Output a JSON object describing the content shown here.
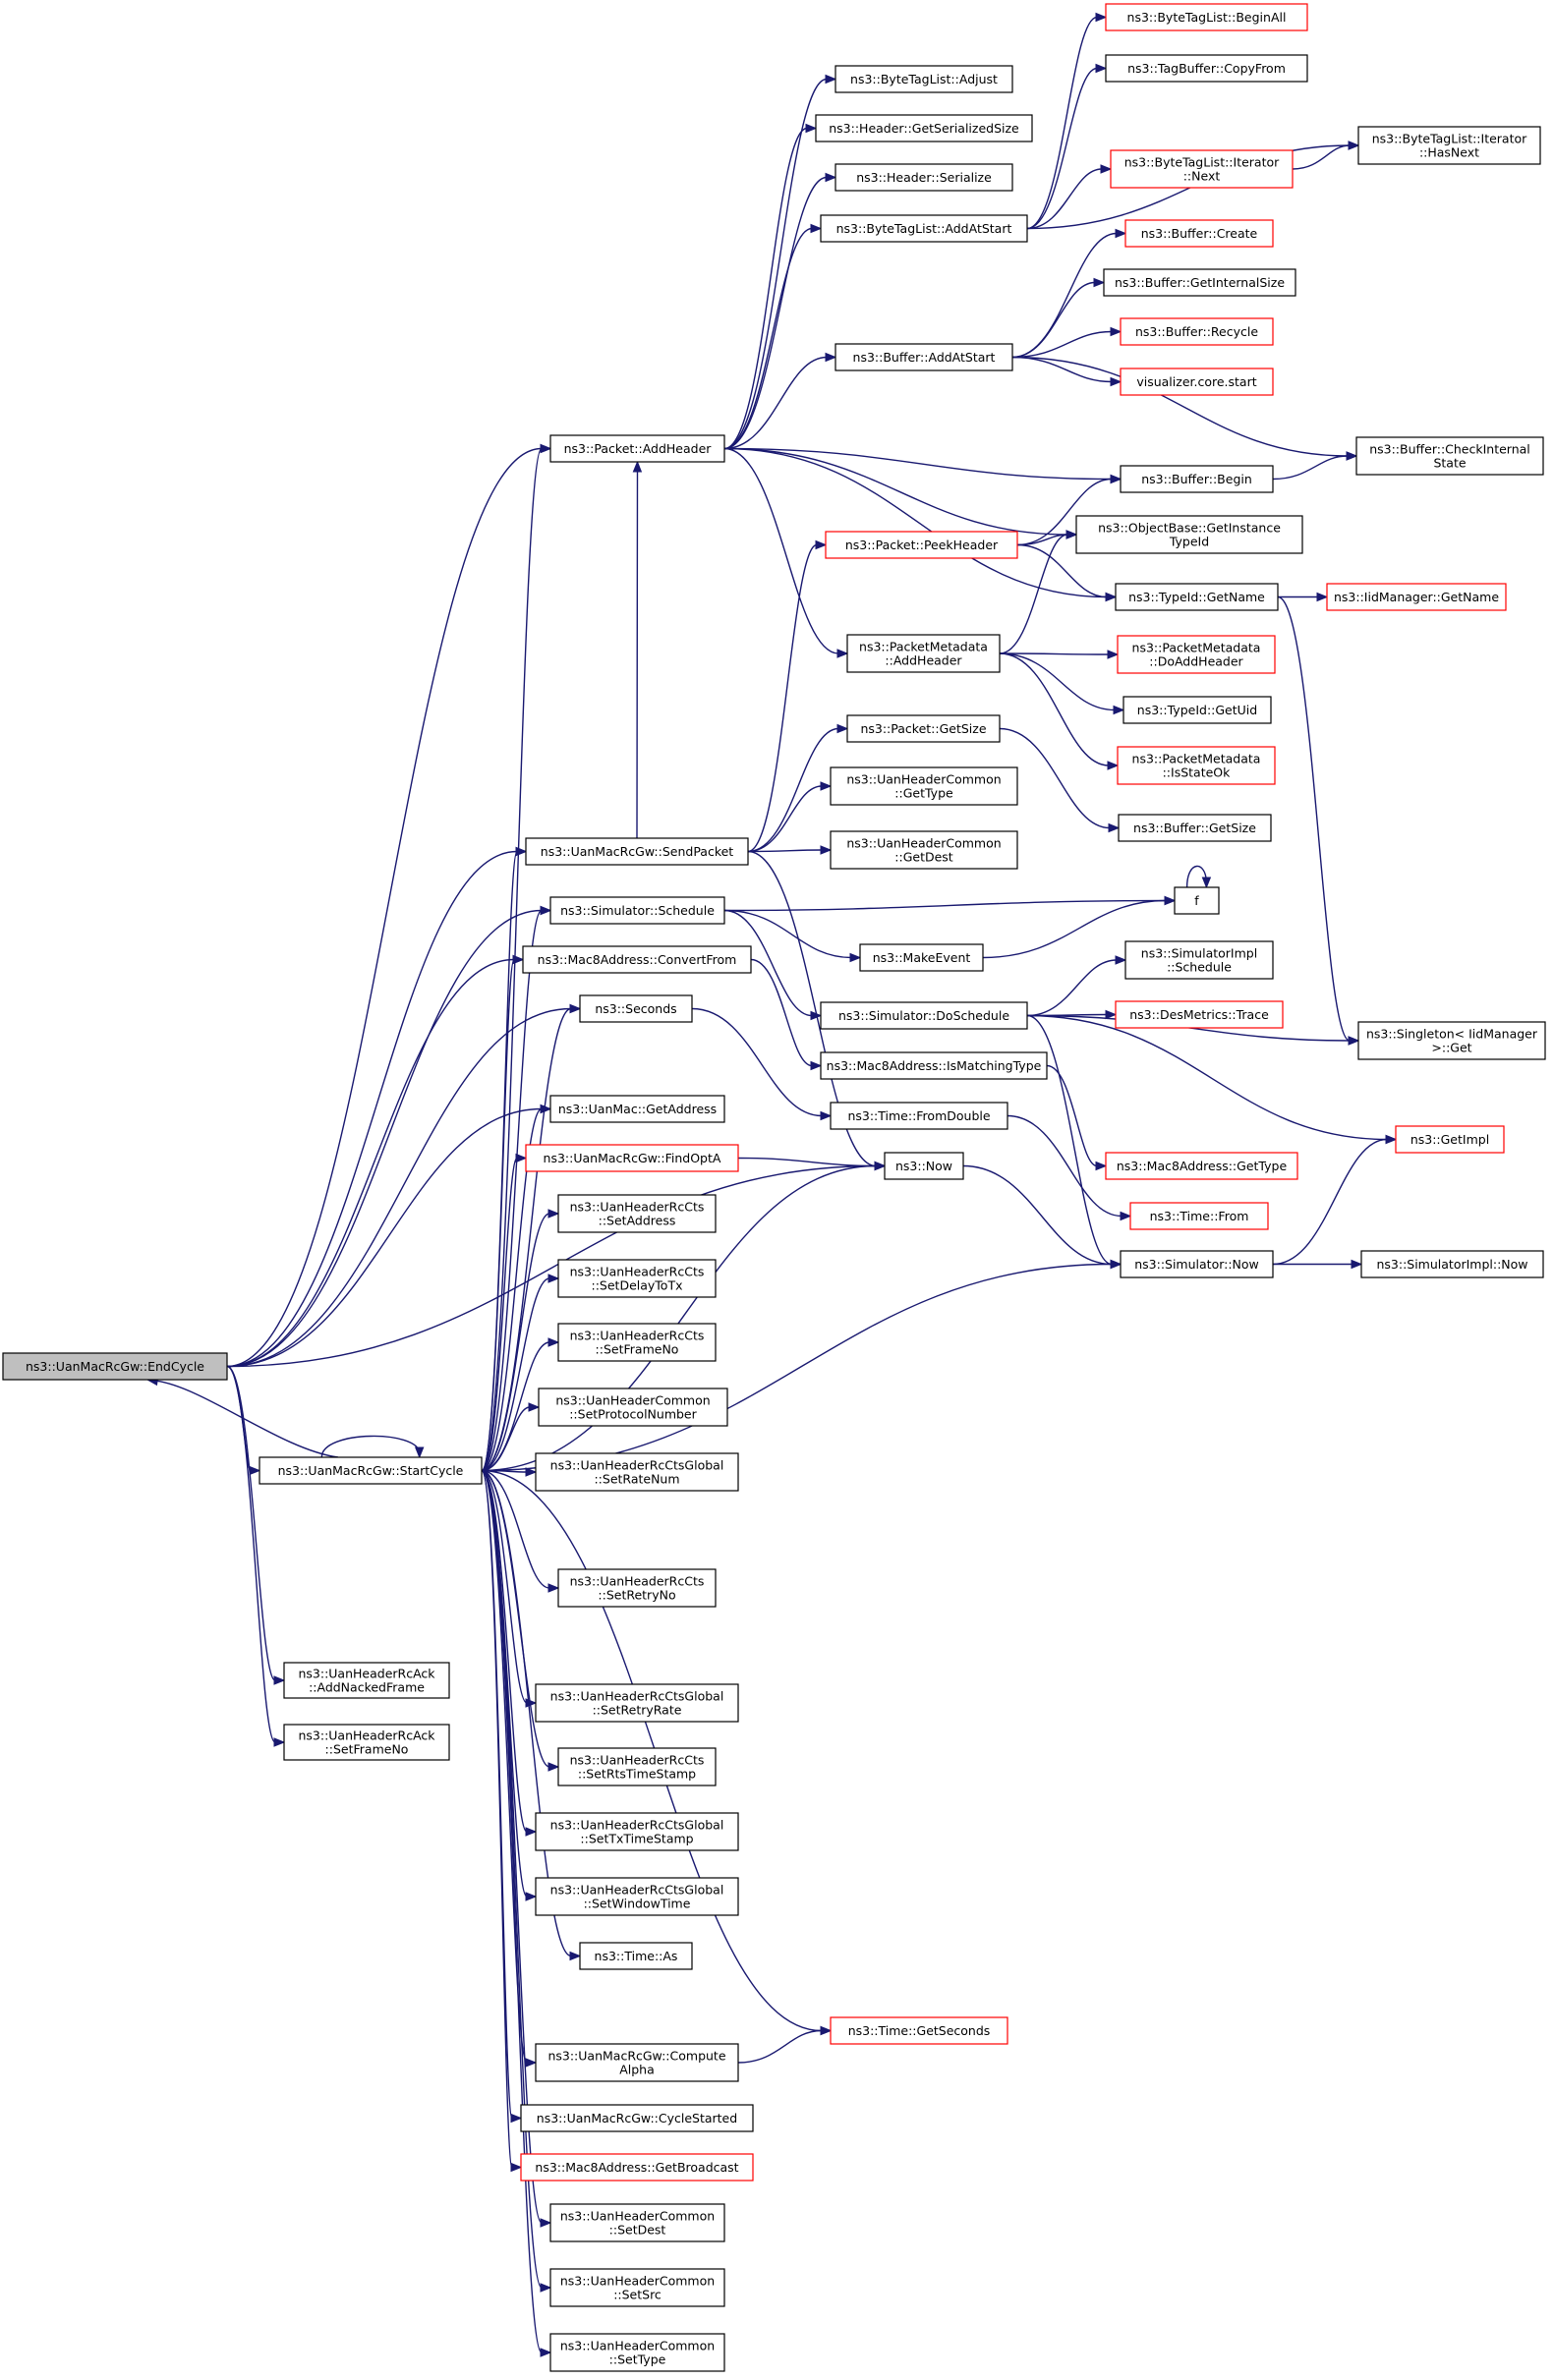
{
  "colors": {
    "edge": "#191970",
    "border": "#000000",
    "border_incomplete": "#ff0000",
    "root_fill": "#bfbfbf"
  },
  "nodes": {
    "endCycle": [
      "ns3::UanMacRcGw::EndCycle"
    ],
    "startCycle": [
      "ns3::UanMacRcGw::StartCycle"
    ],
    "ackAddNacked": [
      "ns3::UanHeaderRcAck",
      "::AddNackedFrame"
    ],
    "ackSetFrameNo": [
      "ns3::UanHeaderRcAck",
      "::SetFrameNo"
    ],
    "addHeader": [
      "ns3::Packet::AddHeader"
    ],
    "sendPacket": [
      "ns3::UanMacRcGw::SendPacket"
    ],
    "simSchedule": [
      "ns3::Simulator::Schedule"
    ],
    "convertFrom": [
      "ns3::Mac8Address::ConvertFrom"
    ],
    "seconds": [
      "ns3::Seconds"
    ],
    "getAddress": [
      "ns3::UanMac::GetAddress"
    ],
    "findOptA": [
      "ns3::UanMacRcGw::FindOptA"
    ],
    "ctsSetAddress": [
      "ns3::UanHeaderRcCts",
      "::SetAddress"
    ],
    "ctsSetDelayToTx": [
      "ns3::UanHeaderRcCts",
      "::SetDelayToTx"
    ],
    "ctsSetFrameNo": [
      "ns3::UanHeaderRcCts",
      "::SetFrameNo"
    ],
    "commonSetProto": [
      "ns3::UanHeaderCommon",
      "::SetProtocolNumber"
    ],
    "globalSetRateNum": [
      "ns3::UanHeaderRcCtsGlobal",
      "::SetRateNum"
    ],
    "ctsSetRetryNo": [
      "ns3::UanHeaderRcCts",
      "::SetRetryNo"
    ],
    "globalSetRetryRate": [
      "ns3::UanHeaderRcCtsGlobal",
      "::SetRetryRate"
    ],
    "ctsSetRtsTs": [
      "ns3::UanHeaderRcCts",
      "::SetRtsTimeStamp"
    ],
    "globalSetTxTs": [
      "ns3::UanHeaderRcCtsGlobal",
      "::SetTxTimeStamp"
    ],
    "globalSetWindow": [
      "ns3::UanHeaderRcCtsGlobal",
      "::SetWindowTime"
    ],
    "timeAs": [
      "ns3::Time::As"
    ],
    "computeAlpha": [
      "ns3::UanMacRcGw::Compute",
      "Alpha"
    ],
    "cycleStarted": [
      "ns3::UanMacRcGw::CycleStarted"
    ],
    "getBroadcast": [
      "ns3::Mac8Address::GetBroadcast"
    ],
    "commonSetDest": [
      "ns3::UanHeaderCommon",
      "::SetDest"
    ],
    "commonSetSrc": [
      "ns3::UanHeaderCommon",
      "::SetSrc"
    ],
    "commonSetType": [
      "ns3::UanHeaderCommon",
      "::SetType"
    ],
    "btlAdjust": [
      "ns3::ByteTagList::Adjust"
    ],
    "hdrGetSerSize": [
      "ns3::Header::GetSerializedSize"
    ],
    "hdrSerialize": [
      "ns3::Header::Serialize"
    ],
    "btlAddAtStart": [
      "ns3::ByteTagList::AddAtStart"
    ],
    "bufAddAtStart": [
      "ns3::Buffer::AddAtStart"
    ],
    "pktPeekHeader": [
      "ns3::Packet::PeekHeader"
    ],
    "pmAddHeader": [
      "ns3::PacketMetadata",
      "::AddHeader"
    ],
    "pktGetSize": [
      "ns3::Packet::GetSize"
    ],
    "commonGetType": [
      "ns3::UanHeaderCommon",
      "::GetType"
    ],
    "commonGetDest": [
      "ns3::UanHeaderCommon",
      "::GetDest"
    ],
    "makeEvent": [
      "ns3::MakeEvent"
    ],
    "simDoSchedule": [
      "ns3::Simulator::DoSchedule"
    ],
    "isMatchingType": [
      "ns3::Mac8Address::IsMatchingType"
    ],
    "fromDouble": [
      "ns3::Time::FromDouble"
    ],
    "now": [
      "ns3::Now"
    ],
    "timeGetSeconds": [
      "ns3::Time::GetSeconds"
    ],
    "btlBeginAll": [
      "ns3::ByteTagList::BeginAll"
    ],
    "tbCopyFrom": [
      "ns3::TagBuffer::CopyFrom"
    ],
    "btlIterNext": [
      "ns3::ByteTagList::Iterator",
      "::Next"
    ],
    "bufCreate": [
      "ns3::Buffer::Create"
    ],
    "bufGetInternalSize": [
      "ns3::Buffer::GetInternalSize"
    ],
    "bufRecycle": [
      "ns3::Buffer::Recycle"
    ],
    "vizStart": [
      "visualizer.core.start"
    ],
    "bufBegin": [
      "ns3::Buffer::Begin"
    ],
    "objGetInstTypeId": [
      "ns3::ObjectBase::GetInstance",
      "TypeId"
    ],
    "typeIdGetName": [
      "ns3::TypeId::GetName"
    ],
    "pmDoAddHeader": [
      "ns3::PacketMetadata",
      "::DoAddHeader"
    ],
    "typeIdGetUid": [
      "ns3::TypeId::GetUid"
    ],
    "pmIsStateOk": [
      "ns3::PacketMetadata",
      "::IsStateOk"
    ],
    "bufGetSize": [
      "ns3::Buffer::GetSize"
    ],
    "f": [
      "f"
    ],
    "simImplSchedule": [
      "ns3::SimulatorImpl",
      "::Schedule"
    ],
    "desTrace": [
      "ns3::DesMetrics::Trace"
    ],
    "mac8GetType": [
      "ns3::Mac8Address::GetType"
    ],
    "timeFrom": [
      "ns3::Time::From"
    ],
    "simNow": [
      "ns3::Simulator::Now"
    ],
    "btlIterHasNext": [
      "ns3::ByteTagList::Iterator",
      "::HasNext"
    ],
    "bufCheckInternal": [
      "ns3::Buffer::CheckInternal",
      "State"
    ],
    "iidGetName": [
      "ns3::IidManager::GetName"
    ],
    "singletonGet": [
      "ns3::Singleton< IidManager",
      ">::Get"
    ],
    "getImpl": [
      "ns3::GetImpl"
    ],
    "simImplNow": [
      "ns3::SimulatorImpl::Now"
    ]
  }
}
